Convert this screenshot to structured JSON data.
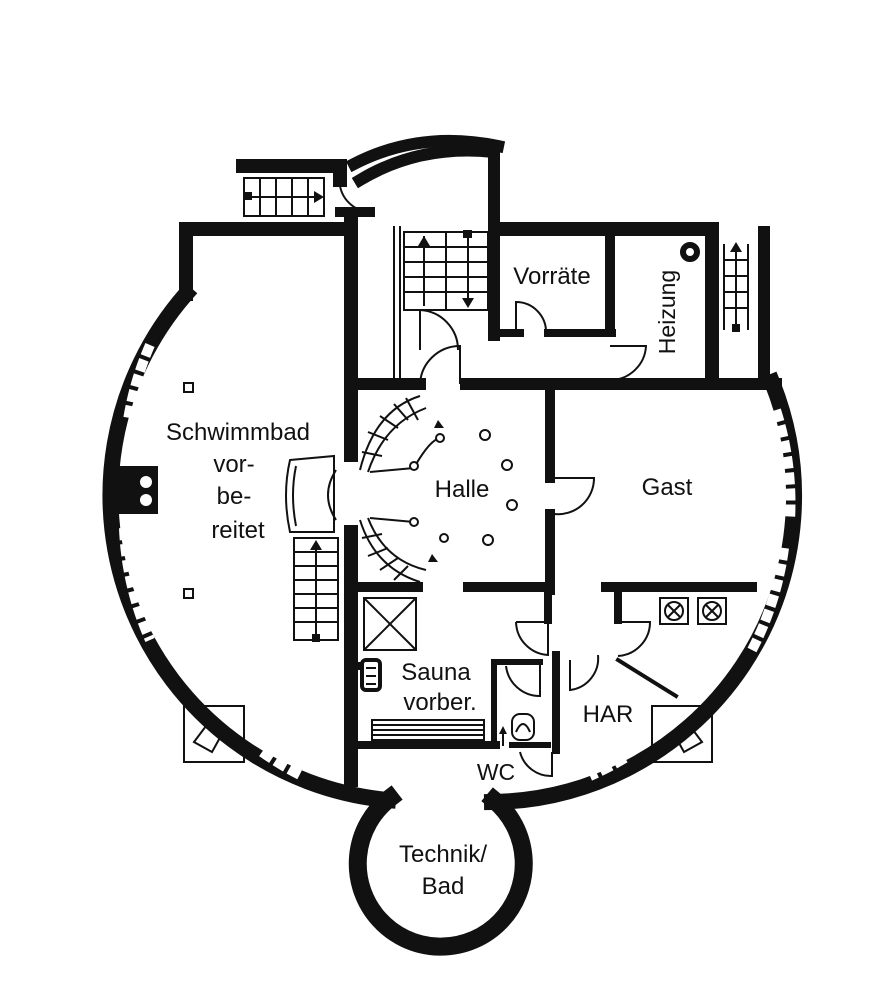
{
  "colors": {
    "wall": "#111111",
    "background": "#ffffff"
  },
  "rooms": {
    "schwimmbad": [
      "Schwimmbad",
      "vor-",
      "be-",
      "reitet"
    ],
    "vorraete": "Vorräte",
    "heizung": "Heizung",
    "halle": "Halle",
    "gast": "Gast",
    "sauna": [
      "Sauna",
      "vorber."
    ],
    "har": "HAR",
    "wc": "WC",
    "technik": [
      "Technik/",
      "Bad"
    ]
  }
}
